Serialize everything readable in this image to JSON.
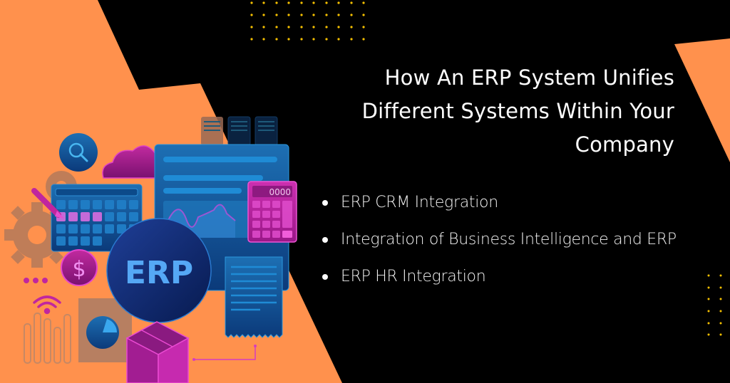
{
  "title": {
    "lines": [
      "How An ERP System Unifies",
      "Different Systems Within Your",
      "Company"
    ]
  },
  "bullets": [
    {
      "label": "ERP CRM Integration"
    },
    {
      "label": "Integration of Business Intelligence and ERP"
    },
    {
      "label": "ERP HR Integration"
    }
  ],
  "illustration": {
    "center_label": "ERP",
    "calculator_display": "0000",
    "dollar_symbol": "$"
  },
  "colors": {
    "background": "#000000",
    "accent_orange": "#FF914D",
    "dot_yellow": "#F5C000",
    "navy": "#0B2A6B",
    "blue": "#1A78C2",
    "magenta": "#D12BB5",
    "text": "#FFFFFF"
  }
}
